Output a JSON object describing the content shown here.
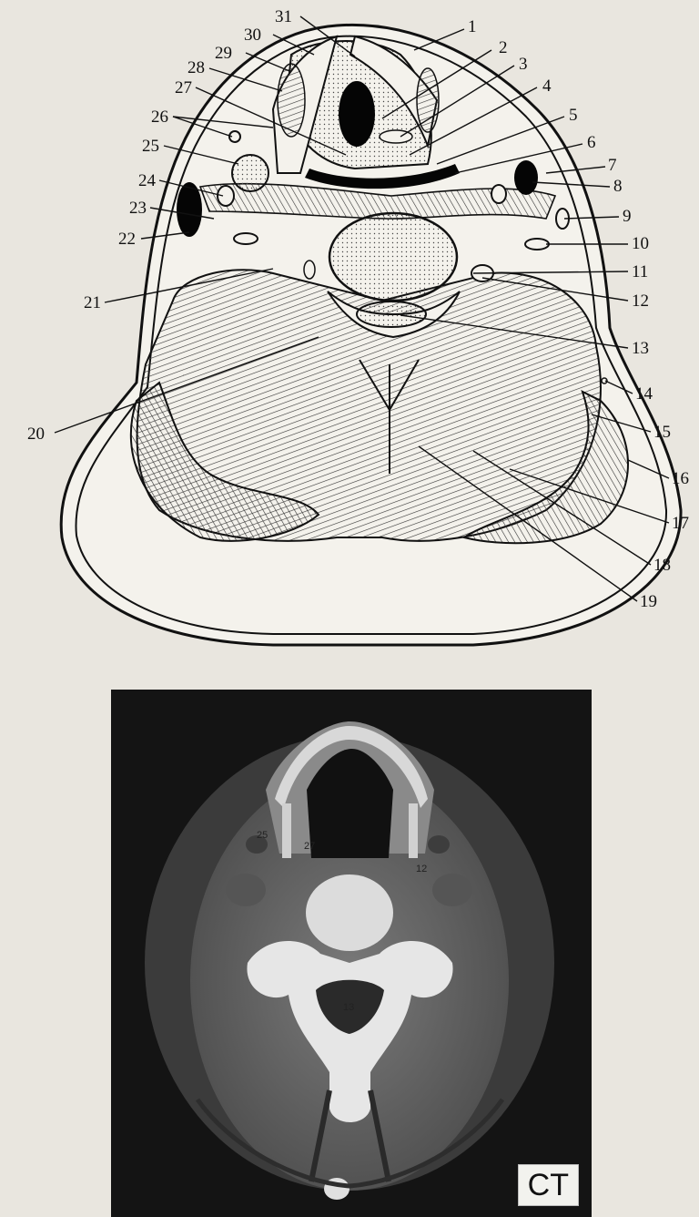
{
  "diagram": {
    "labels_right": [
      "1",
      "2",
      "3",
      "4",
      "5",
      "6",
      "7",
      "8",
      "9",
      "10",
      "11",
      "12",
      "13",
      "14",
      "15",
      "16",
      "17",
      "18",
      "19"
    ],
    "labels_left": [
      "20",
      "21",
      "22",
      "23",
      "24",
      "25",
      "26",
      "27",
      "28",
      "29",
      "30",
      "31"
    ]
  },
  "ct": {
    "badge": "CT",
    "inner_labels": [
      "25",
      "27",
      "12",
      "13"
    ]
  }
}
